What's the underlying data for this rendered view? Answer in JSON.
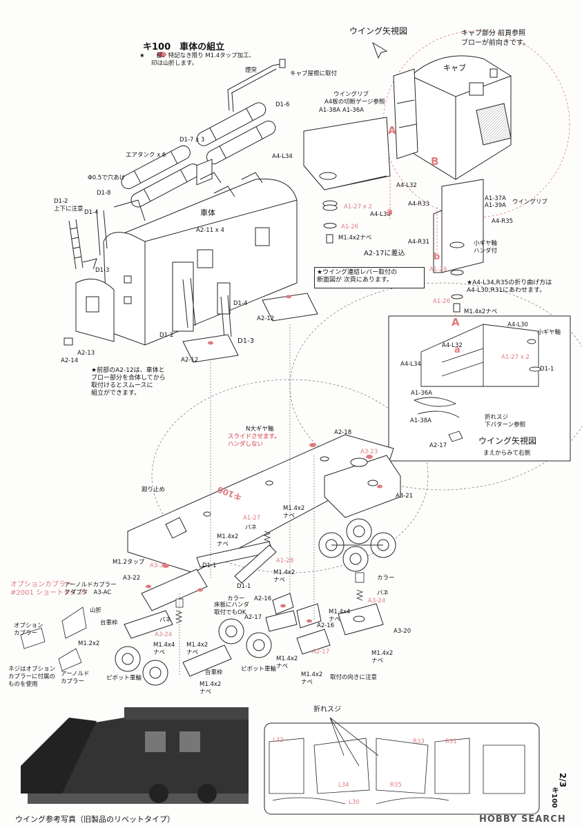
{
  "header": {
    "title": "キ100　車体の組立",
    "note_line1": "★　　部、特記なき限り M1.4タップ加工、",
    "note_line2": "　　印は山折します。",
    "wing_view_title": "ウイング矢視図",
    "cab_note": "キャブ部分 前頁参照\nブローが前向きです。"
  },
  "labels": {
    "chimney": "煙突",
    "cab_roof_mount": "キャブ屋根に取付",
    "cab": "キャブ",
    "wing_grip_top": "ウイングリブ",
    "gauge_ref": "A4板の切断ゲージ参照",
    "A1_38A": "A1-38A",
    "A1_36A": "A1-36A",
    "A4_L34": "A4-L34",
    "A4_L32": "A4-L32",
    "A4_L30": "A4-L30",
    "A1_27x2": "A1-27 x 2",
    "A1_26": "A1-26",
    "M1_4x2nabe": "M1.4x2ナベ",
    "A2_17_insert": "A2-17に差込",
    "A4_R33": "A4-R33",
    "A4_R31": "A4-R31",
    "A4_R35": "A4-R35",
    "A1_37A": "A1-37A",
    "A1_39A": "A1-39A",
    "wing_grip_right": "ウイングリブ",
    "small_gear": "小ギヤ軸\nハンダ付",
    "A1_29": "A1-29",
    "D1_6": "D1-6",
    "D1_7x3": "D1-7 x 3",
    "air_tank": "エアタンク x 6",
    "hole_05": "Φ0.5で穴あけ",
    "D1_8": "D1-8",
    "D1_2_top": "D1-2\n上下に注意",
    "D1_4a": "D1-4",
    "D1_4b": "D1-4",
    "D1_3a": "D1-3",
    "D1_3b": "D1-3",
    "D1_2b": "D1-2",
    "body": "車体",
    "A2_11x4": "A2-11 x 4",
    "A2_13": "A2-13",
    "A2_14": "A2-14",
    "A2_12a": "A2-12",
    "A2_12b": "A2-12",
    "front_note": "★前部のA2-12は、車体と\nブロー部分を合体してから\n取付けるとスムースに\n組立ができます。",
    "lever_note": "★ウイング連結レバー取付の\n断面図が 次頁にあります。",
    "bend_note": "★A4-L34,R35の折り曲げ方は\nA4-L30,R31にあわせます。"
  },
  "inset": {
    "A": "A",
    "a": "a",
    "A4_L30": "A4-L30",
    "small_gear": "小ギヤ軸",
    "A4_L32": "A4-L32",
    "A4_L34": "A4-L34",
    "A1_27x2": "A1-27 x 2",
    "D1_1": "D1-1",
    "A1_36A": "A1-36A",
    "A1_38A": "A1-38A",
    "fold_note": "折れスジ\n下パターン参照",
    "A2_17": "A2-17",
    "title": "ウイング矢視図",
    "subtitle": "まえからみて右側",
    "A1_26": "A1-26",
    "M1_4x2nabe": "M1.4x2ナベ"
  },
  "chassis": {
    "N_gear": "N大ギヤ軸",
    "slide_note": "スライドさせます。\nハンダしない",
    "A2_18": "A2-18",
    "A3_23": "A3-23",
    "A3_21": "A3-21",
    "ki100": "キ100",
    "stopper": "廻り止め",
    "A1_27": "A1-27",
    "M1_4x2_a": "M1.4x2\nナベ",
    "spring_a": "バネ",
    "M1_4x2_b": "M1.4x2\nナベ",
    "D1_1a": "D1-1",
    "A1_28": "A1-28",
    "M1_4x2_c": "M1.4x2\nナベ",
    "D1_1b": "D1-1",
    "M1_2tap": "M1.2タップ",
    "A3_22": "A3-22",
    "A3_24a": "A3-24",
    "collar_a": "カラー",
    "collar_b": "カラー",
    "solder_note": "床板にハンダ\n取付でもOK",
    "A3_24b": "A3-24",
    "spring_b": "バネ",
    "spring_c": "バネ",
    "A2_16a": "A2-16",
    "A2_16b": "A2-16",
    "A2_17a": "A2-17",
    "A2_17b": "A2-17",
    "M1_4x4_a": "M1.4x4\nナベ",
    "M1_4x4_b": "M1.4x4\nナベ",
    "A3_20": "A3-20",
    "M1_4x2_d": "M1.4x2\nナベ",
    "M1_4x2_e": "M1.4x2\nナベ",
    "M1_4x2_f": "M1.4x2\nナベ",
    "M1_4x2_g": "M1.4x2\nナベ",
    "bogie_frame_a": "台車枠",
    "bogie_frame_b": "台車枠",
    "pivot_wheel_a": "ピボット車輪",
    "pivot_wheel_b": "ピボット車輪",
    "mount_dir": "取付の向きに注意",
    "M1_4x2_h": "M1.4x2\nナベ"
  },
  "coupler": {
    "option_title": "オプションカプラー\n#2001 ショートタイプ",
    "arnold_adapter": "アーノルドカプラー\nアダプタ　A3-AC",
    "yamaori": "山折",
    "option_coupler": "オプション\nカプラー",
    "M1_2x2": "M1.2x2",
    "arnold": "アーノルド\nカプラー",
    "screw_note": "ネジはオプション\nカプラーに付属の\nものを使用"
  },
  "bottom": {
    "photo_caption": "ウイング参考写真（旧製品のリベットタイプ）",
    "fold_line": "折れスジ",
    "L32": "L32",
    "L34": "L34",
    "L30": "L30",
    "R33": "R33",
    "R35": "R35",
    "R31": "R31",
    "page_no": "2/3",
    "product": "キ100",
    "watermark": "HOBBY SEARCH"
  },
  "colors": {
    "accent_pink": "#e07a80",
    "line": "#222222"
  }
}
